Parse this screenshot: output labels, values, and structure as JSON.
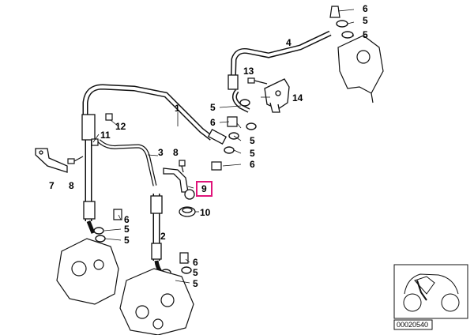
{
  "callouts": [
    "1",
    "2",
    "3",
    "4",
    "5",
    "6",
    "7",
    "8",
    "9",
    "10",
    "11",
    "12",
    "13",
    "14"
  ],
  "highlighted_callout": "9",
  "highlight_color": "#e0147a",
  "reference_number": "00020540"
}
